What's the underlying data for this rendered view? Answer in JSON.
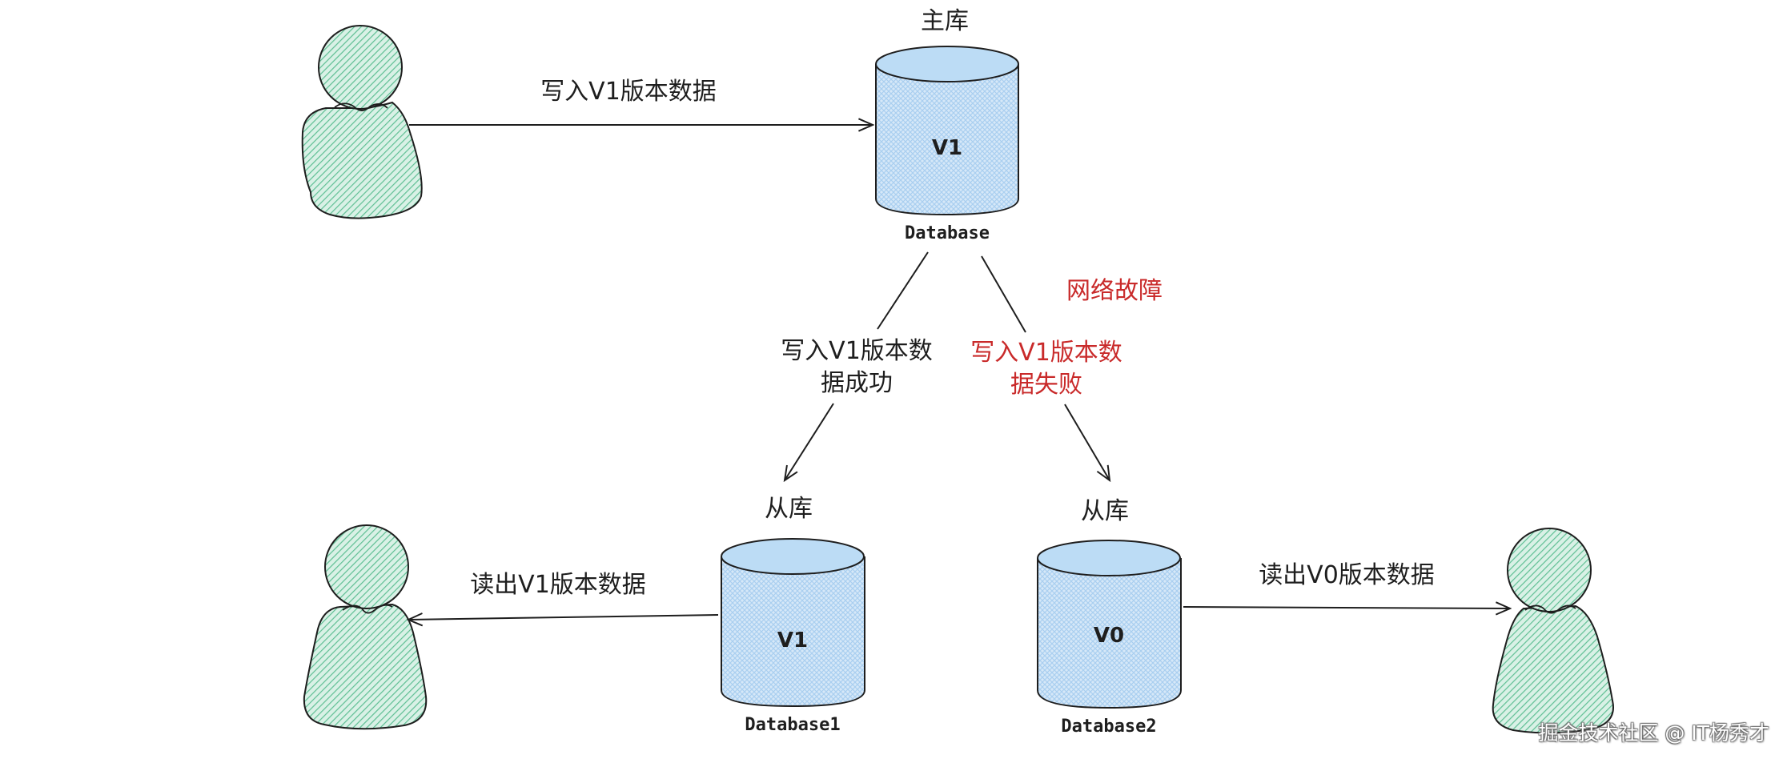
{
  "diagram": {
    "colors": {
      "person_fill": "#7ccaa6",
      "db_fill": "#a5d0f2",
      "stroke": "#1e1e1e",
      "alert_text": "#c92a2a"
    },
    "nodes": {
      "master": {
        "role_label": "主库",
        "version": "V1",
        "name": "Database"
      },
      "slave1": {
        "role_label": "从库",
        "version": "V1",
        "name": "Database1"
      },
      "slave2": {
        "role_label": "从库",
        "version": "V0",
        "name": "Database2"
      },
      "writer": {
        "icon": "person-icon"
      },
      "reader1": {
        "icon": "person-icon"
      },
      "reader2": {
        "icon": "person-icon"
      }
    },
    "edges": {
      "write_master": {
        "label": "写入V1版本数据"
      },
      "replicate_ok": {
        "label_line1": "写入V1版本数",
        "label_line2": "据成功"
      },
      "replicate_fail": {
        "label_line1": "写入V1版本数",
        "label_line2": "据失败"
      },
      "read_slave1": {
        "label": "读出V1版本数据"
      },
      "read_slave2": {
        "label": "读出V0版本数据"
      }
    },
    "annotations": {
      "network_fault": "网络故障"
    }
  },
  "watermark": "掘金技术社区 @ IT杨秀才"
}
